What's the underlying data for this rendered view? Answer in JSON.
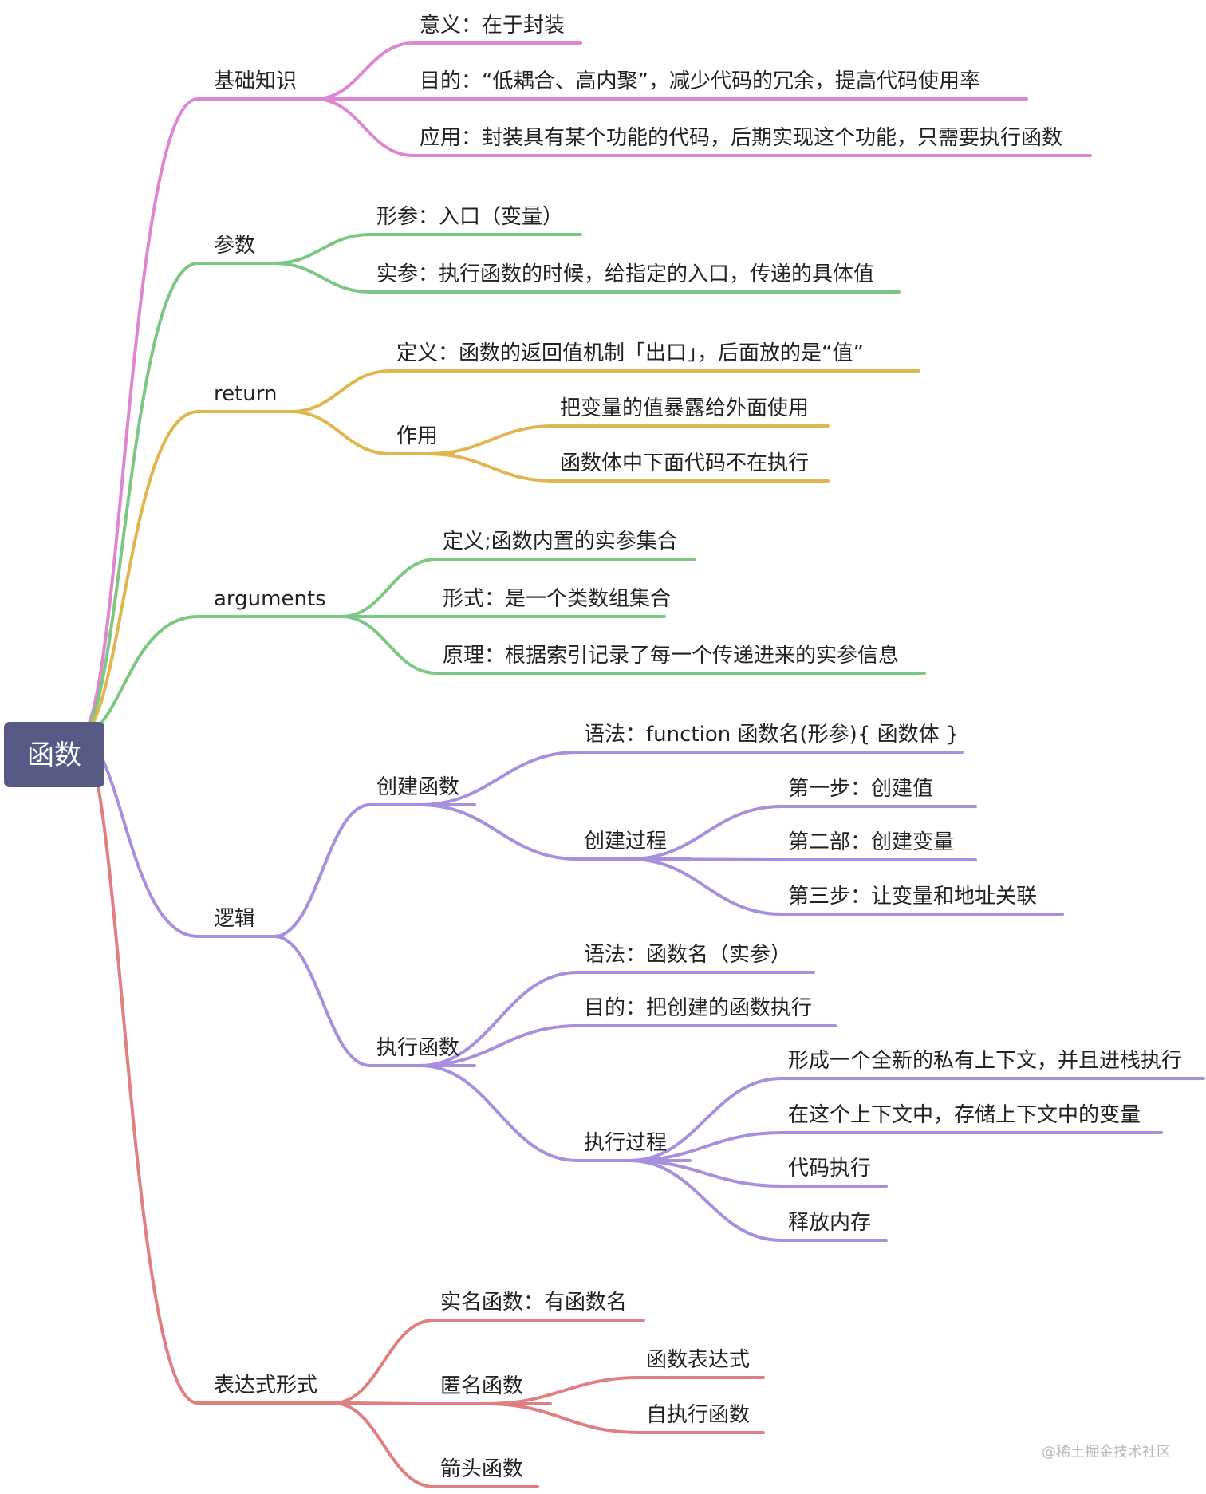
{
  "root": "函数",
  "watermark": "@稀土掘金技术社区",
  "colors": {
    "pink": "#de86cf",
    "green": "#7cc783",
    "gold": "#dfb64f",
    "purple": "#a78fdd",
    "red": "#e07f82",
    "root_bg": "#565a85"
  },
  "branches": [
    {
      "id": "basics",
      "label": "基础知识",
      "color": "pink",
      "children": [
        {
          "id": "basics-meaning",
          "label": "意义：在于封装"
        },
        {
          "id": "basics-goal",
          "label": "目的：“低耦合、高内聚”，减少代码的冗余，提高代码使用率"
        },
        {
          "id": "basics-usage",
          "label": "应用：封装具有某个功能的代码，后期实现这个功能，只需要执行函数"
        }
      ]
    },
    {
      "id": "params",
      "label": "参数",
      "color": "green",
      "children": [
        {
          "id": "params-formal",
          "label": "形参：入口（变量）"
        },
        {
          "id": "params-actual",
          "label": "实参：执行函数的时候，给指定的入口，传递的具体值"
        }
      ]
    },
    {
      "id": "return",
      "label": "return",
      "color": "gold",
      "children": [
        {
          "id": "return-def",
          "label": "定义：函数的返回值机制「出口」，后面放的是“值”"
        },
        {
          "id": "return-use",
          "label": "作用",
          "children": [
            {
              "id": "return-use-expose",
              "label": "把变量的值暴露给外面使用"
            },
            {
              "id": "return-use-stop",
              "label": "函数体中下面代码不在执行"
            }
          ]
        }
      ]
    },
    {
      "id": "arguments",
      "label": "arguments",
      "color": "green",
      "children": [
        {
          "id": "arguments-def",
          "label": "定义;函数内置的实参集合"
        },
        {
          "id": "arguments-form",
          "label": "形式：是一个类数组集合"
        },
        {
          "id": "arguments-principle",
          "label": "原理：根据索引记录了每一个传递进来的实参信息"
        }
      ]
    },
    {
      "id": "logic",
      "label": "逻辑",
      "color": "purple",
      "children": [
        {
          "id": "logic-create",
          "label": "创建函数",
          "children": [
            {
              "id": "logic-create-syntax",
              "label": "语法：function 函数名(形参){ 函数体 }"
            },
            {
              "id": "logic-create-process",
              "label": "创建过程",
              "children": [
                {
                  "id": "logic-create-step1",
                  "label": "第一步：创建值"
                },
                {
                  "id": "logic-create-step2",
                  "label": "第二部：创建变量"
                },
                {
                  "id": "logic-create-step3",
                  "label": "第三步：让变量和地址关联"
                }
              ]
            }
          ]
        },
        {
          "id": "logic-exec",
          "label": "执行函数",
          "children": [
            {
              "id": "logic-exec-syntax",
              "label": "语法：函数名（实参）"
            },
            {
              "id": "logic-exec-goal",
              "label": "目的：把创建的函数执行"
            },
            {
              "id": "logic-exec-process",
              "label": "执行过程",
              "children": [
                {
                  "id": "logic-exec-ctx",
                  "label": "形成一个全新的私有上下文，并且进栈执行"
                },
                {
                  "id": "logic-exec-store",
                  "label": "在这个上下文中，存储上下文中的变量"
                },
                {
                  "id": "logic-exec-run",
                  "label": "代码执行"
                },
                {
                  "id": "logic-exec-free",
                  "label": "释放内存"
                }
              ]
            }
          ]
        }
      ]
    },
    {
      "id": "expr",
      "label": "表达式形式",
      "color": "red",
      "children": [
        {
          "id": "expr-named",
          "label": "实名函数：有函数名"
        },
        {
          "id": "expr-anon",
          "label": "匿名函数",
          "children": [
            {
              "id": "expr-anon-expr",
              "label": "函数表达式"
            },
            {
              "id": "expr-anon-iife",
              "label": "自执行函数"
            }
          ]
        },
        {
          "id": "expr-arrow",
          "label": "箭头函数"
        }
      ]
    }
  ]
}
